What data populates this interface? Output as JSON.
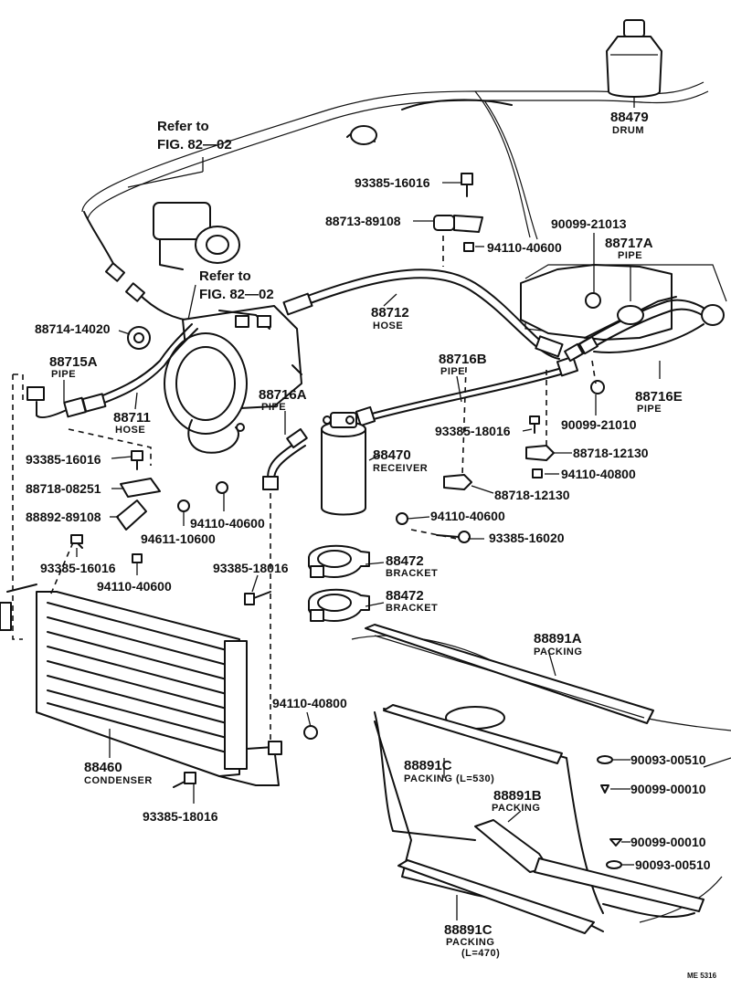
{
  "parts": {
    "drum": {
      "number": "88479",
      "name": "DRUM"
    },
    "hose_88712": {
      "number": "88712",
      "name": "HOSE"
    },
    "pipe_88717a": {
      "number": "88717A",
      "name": "PIPE"
    },
    "pipe_88715a": {
      "number": "88715A",
      "name": "PIPE"
    },
    "hose_88711": {
      "number": "88711",
      "name": "HOSE"
    },
    "pipe_88716a": {
      "number": "88716A",
      "name": "PIPE"
    },
    "pipe_88716b": {
      "number": "88716B",
      "name": "PIPE"
    },
    "pipe_88716e": {
      "number": "88716E",
      "name": "PIPE"
    },
    "receiver": {
      "number": "88470",
      "name": "RECEIVER"
    },
    "bracket_1": {
      "number": "88472",
      "name": "BRACKET"
    },
    "bracket_2": {
      "number": "88472",
      "name": "BRACKET"
    },
    "packing_88891a": {
      "number": "88891A",
      "name": "PACKING"
    },
    "packing_88891c_top": {
      "number": "88891C",
      "name": "PACKING (L=530)"
    },
    "packing_88891b": {
      "number": "88891B",
      "name": "PACKING"
    },
    "packing_88891c_bottom": {
      "number": "88891C",
      "name": "PACKING",
      "length": "(L=470)"
    },
    "condenser": {
      "number": "88460",
      "name": "CONDENSER"
    }
  },
  "refs": {
    "ref1_line1": "Refer to",
    "ref1_line2": "FIG. 82—02",
    "ref2_line1": "Refer to",
    "ref2_line2": "FIG. 82—02"
  },
  "callouts": {
    "c_93385_16016_top": "93385-16016",
    "c_88713_89108": "88713-89108",
    "c_94110_40600_top": "94110-40600",
    "c_90099_21013": "90099-21013",
    "c_88714_14020": "88714-14020",
    "c_93385_18016_mid": "93385-18016",
    "c_88718_12130_a": "88718-12130",
    "c_94110_40800_mid": "94110-40800",
    "c_88718_12130_b": "88718-12130",
    "c_90099_21010": "90099-21010",
    "c_93385_16016_left": "93385-16016",
    "c_88718_08251": "88718-08251",
    "c_88892_89108": "88892-89108",
    "c_94611_10600": "94611-10600",
    "c_94110_40600_left": "94110-40600",
    "c_93385_16016_lower": "93385-16016",
    "c_94110_40600_lower": "94110-40600",
    "c_93385_18016_lower": "93385-18016",
    "c_94110_40600_recv": "94110-40600",
    "c_93385_16020": "93385-16020",
    "c_94110_40800_lower": "94110-40800",
    "c_90093_00510_a": "90093-00510",
    "c_90099_00010_a": "90099-00010",
    "c_90099_00010_b": "90099-00010",
    "c_90093_00510_b": "90093-00510",
    "c_93385_18016_bottom": "93385-18016"
  },
  "figure_code": "ME 5316"
}
